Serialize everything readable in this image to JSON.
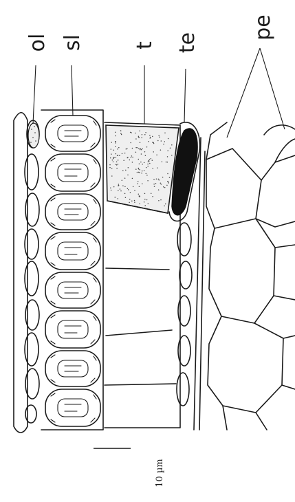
{
  "labels": {
    "ol": "ol",
    "sl": "sl",
    "t": "t",
    "te": "te",
    "pe": "pe"
  },
  "scale_bar": {
    "text": "10 µm"
  }
}
